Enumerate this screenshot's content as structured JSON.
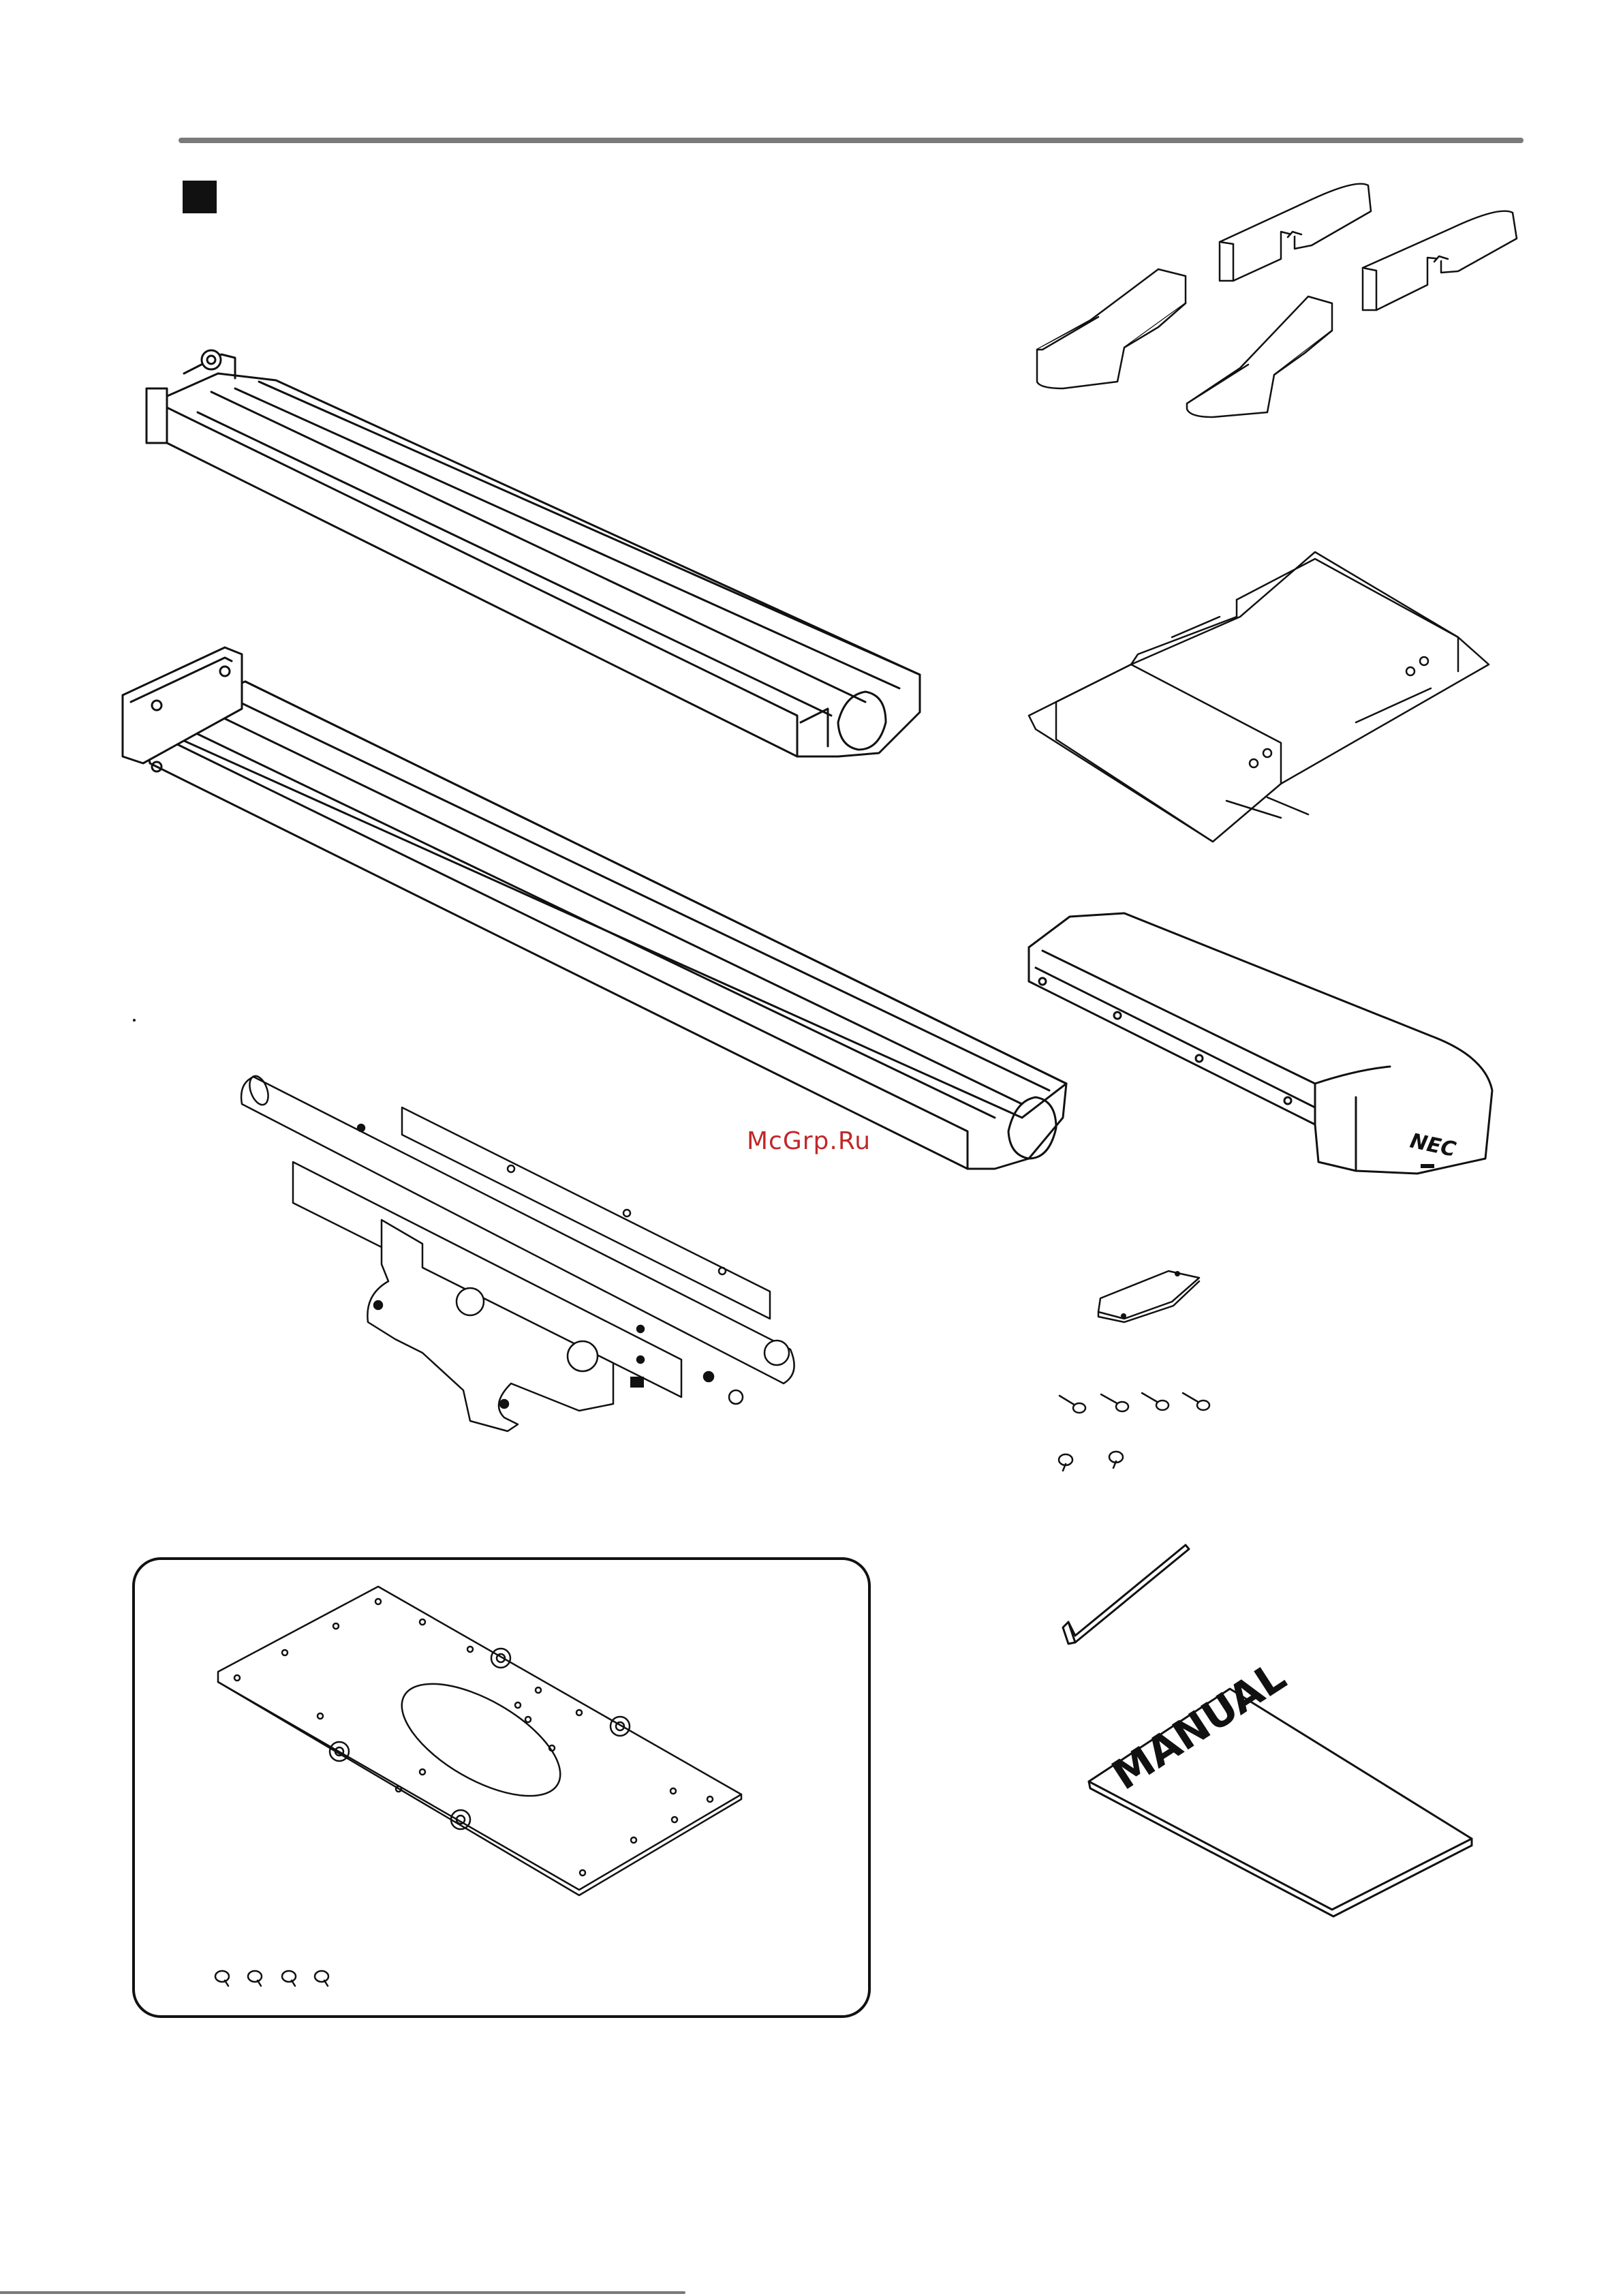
{
  "watermark": "McGrp.Ru",
  "parts": {
    "end_caps": "end-caps",
    "short_arm": "short-extension-arm",
    "long_arm": "long-extension-arm",
    "slider_plate": "projector-slider-plate",
    "arm_cover": "arm-cover",
    "bracket": "mounting-bracket",
    "clip": "cable-clip",
    "long_screws": "long-screws",
    "short_screws": "short-screws",
    "hex_key": "hex-key",
    "manual": "manual-booklet",
    "adapter_plate": "adapter-plate",
    "plate_screws": "plate-screws"
  },
  "cover_logo": "NEC",
  "manual_label": "MANUAL",
  "colors": {
    "line": "#111111",
    "rule": "#7a7a7a",
    "fill": "#ffffff",
    "watermark": "#c0282a"
  }
}
